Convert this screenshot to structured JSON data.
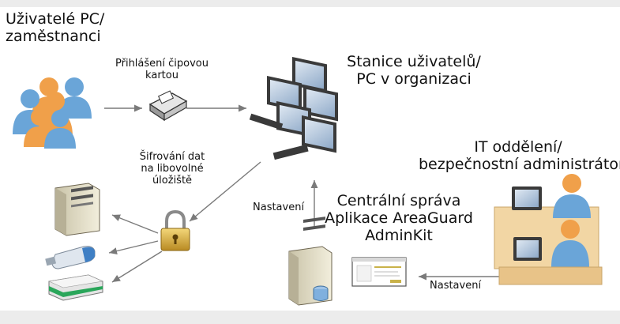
{
  "users": {
    "line1": "Uživatelé PC/",
    "line2": "zaměstnanci"
  },
  "login": {
    "line1": "Přihlášení čipovou",
    "line2": "kartou"
  },
  "stations": {
    "line1": "Stanice uživatelů/",
    "line2": "PC v organizaci"
  },
  "it": {
    "line1": "IT oddělení/",
    "line2": "bezpečnostní administrátor"
  },
  "encryption": {
    "line1": "Šifrování dat",
    "line2": "na libovolné",
    "line3": "úložiště"
  },
  "central": {
    "line1": "Centrální správa",
    "line2": "Aplikace AreaGuard",
    "line3": "AdminKit"
  },
  "settings_up": "Nastavení",
  "settings_left": "Nastavení",
  "icons": [
    "users-group-icon",
    "smart-card-reader-icon",
    "workstations-icon",
    "administrators-icon",
    "padlock-icon",
    "server-icon",
    "usb-drive-icon",
    "external-drive-icon",
    "admin-server-icon",
    "admin-window-icon"
  ],
  "colors": {
    "band": "#ececec",
    "arrow": "#7a7a7a",
    "user_orange": "#f0a04a",
    "user_blue": "#6aa5d8",
    "monitor": "#3a3a3a"
  }
}
